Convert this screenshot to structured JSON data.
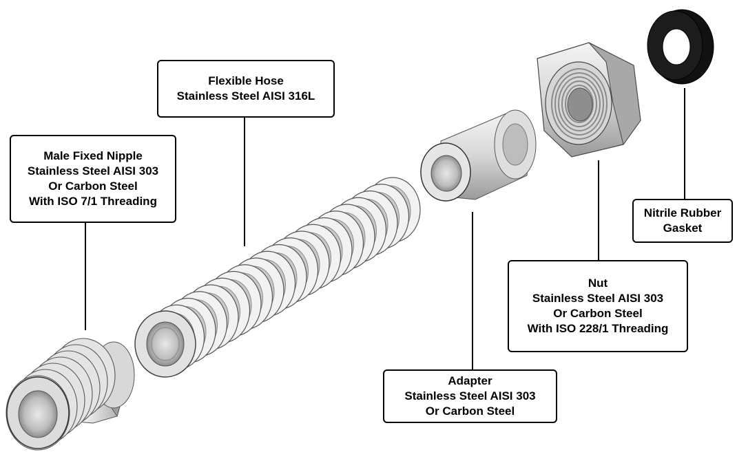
{
  "callouts": {
    "male_nipple": [
      "Male Fixed Nipple",
      "Stainless Steel AISI 303",
      "Or Carbon Steel",
      "With ISO 7/1 Threading"
    ],
    "flexible_hose": [
      "Flexible Hose",
      "Stainless Steel AISI 316L"
    ],
    "adapter": [
      "Adapter",
      "Stainless Steel AISI 303",
      "Or Carbon Steel"
    ],
    "nut": [
      "Nut",
      "Stainless Steel AISI 303",
      "Or Carbon Steel",
      "With ISO 228/1 Threading"
    ],
    "gasket": [
      "Nitrile Rubber",
      "Gasket"
    ]
  },
  "colors": {
    "metal_light": "#f2f2f2",
    "metal_mid": "#c9c9c9",
    "metal_dark": "#8a8a8a",
    "rubber": "#1a1a1a",
    "outline": "#000000"
  }
}
